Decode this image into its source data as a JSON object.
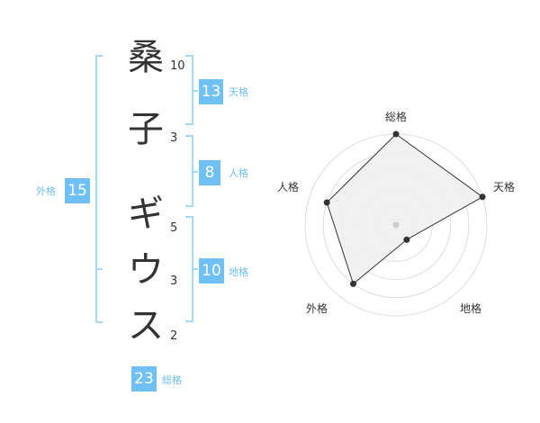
{
  "characters": [
    {
      "char": "桑",
      "strokes": "10"
    },
    {
      "char": "子",
      "strokes": "3"
    },
    {
      "char": "ギ",
      "strokes": "5"
    },
    {
      "char": "ウ",
      "strokes": "3"
    },
    {
      "char": "ス",
      "strokes": "2"
    }
  ],
  "kakusu": {
    "tenkaku": {
      "value": "13",
      "label": "天格"
    },
    "jinkaku": {
      "value": "8",
      "label": "人格"
    },
    "chikaku": {
      "value": "10",
      "label": "地格"
    },
    "gaikaku": {
      "value": "15",
      "label": "外格"
    },
    "soukaku": {
      "value": "23",
      "label": "総格"
    }
  },
  "colors": {
    "accent": "#6ec0f5",
    "bracket": "#a6d8f8",
    "text": "#333333"
  },
  "chart_data": {
    "type": "radar",
    "axes": [
      "総格",
      "天格",
      "地格",
      "外格",
      "人格"
    ],
    "values": [
      5,
      5,
      1,
      4,
      4
    ],
    "range": [
      0,
      5
    ],
    "rings": 5,
    "fill": "#efefef",
    "stroke": "#333333"
  }
}
